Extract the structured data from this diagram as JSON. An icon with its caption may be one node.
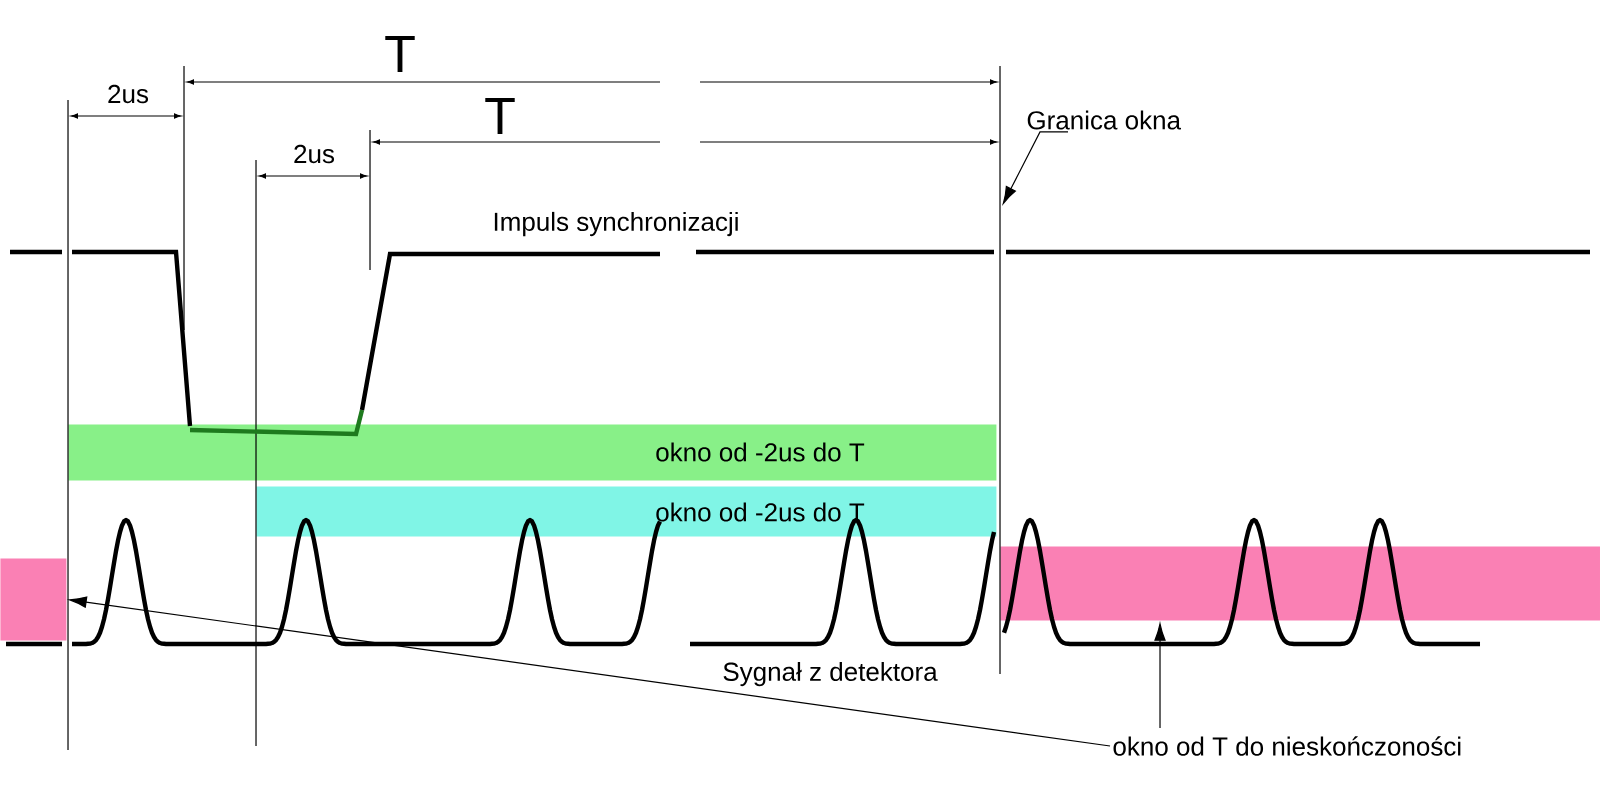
{
  "diagram": {
    "nodes": [
      {
        "text": [
          "Granica okna"
        ]
      },
      {
        "text": [
          "okno od -2us do T"
        ]
      },
      {
        "text": [
          "okno od -2us do T"
        ]
      },
      {
        "text": [],
        "shape": "bar"
      },
      {
        "text": [],
        "shape": "bar"
      },
      {
        "text": [
          "okno od T do nieskończoności"
        ]
      }
    ],
    "edges": [
      {
        "from": 0,
        "to": null,
        "arrow": "to"
      },
      {
        "from": 5,
        "to": 3,
        "arrow": "to"
      },
      {
        "from": 5,
        "to": 4,
        "arrow": "to"
      }
    ],
    "labels": [
      "T",
      "2us",
      "T",
      "2us",
      "Impuls synchronizacji",
      "Sygnał z detektora"
    ]
  }
}
